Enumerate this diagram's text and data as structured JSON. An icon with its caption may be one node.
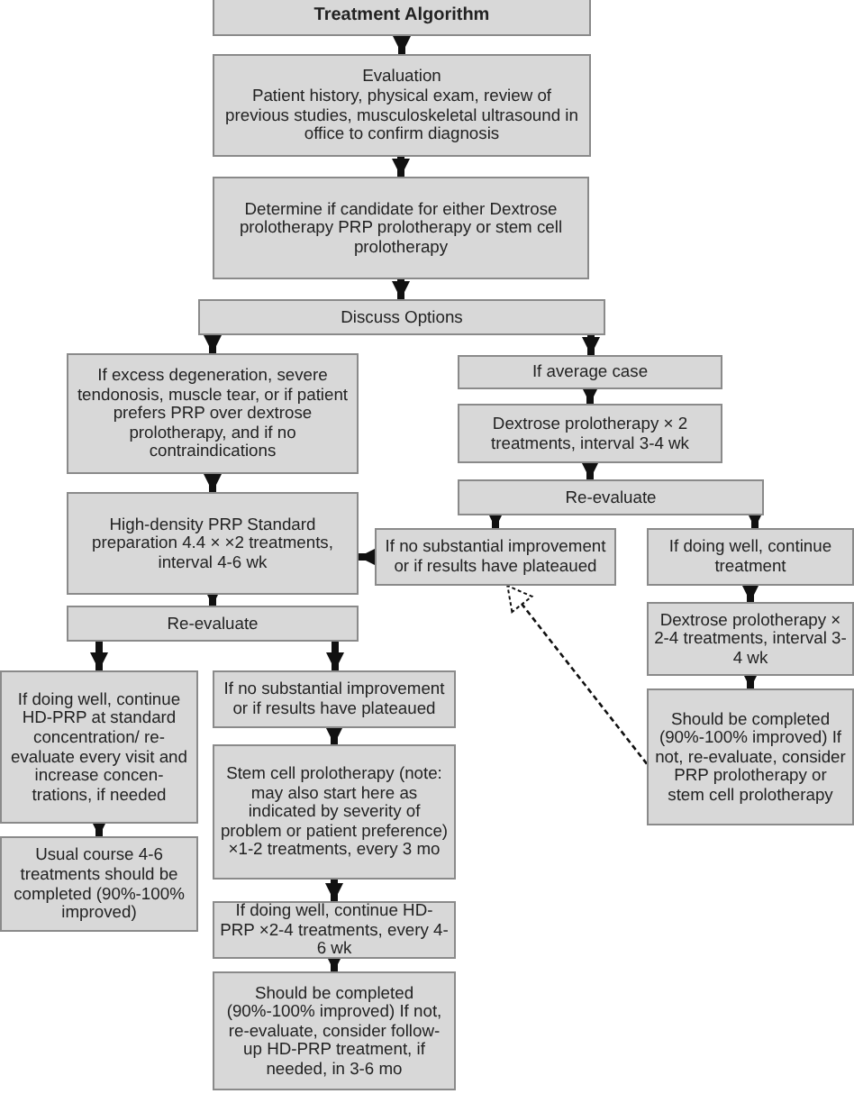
{
  "diagram": {
    "nodes": [
      {
        "text": [
          "Treatment Algorithm"
        ]
      },
      {
        "text": [
          "Evaluation",
          "Patient history, physical exam, review of previous studies, musculoskeletal ultrasound in office to confirm diagnosis"
        ]
      },
      {
        "text": [
          "Determine if candidate for either Dextrose prolotherapy PRP prolotherapy or stem cell prolotherapy"
        ]
      },
      {
        "text": [
          "Discuss Options"
        ]
      },
      {
        "text": [
          "If excess degeneration, severe tendonosis, muscle tear, or if patient prefers PRP over dextrose prolotherapy, and if no contraindications"
        ]
      },
      {
        "text": [
          "If average case"
        ]
      },
      {
        "text": [
          "Dextrose prolotherapy × 2 treatments, interval 3-4 wk"
        ]
      },
      {
        "text": [
          "Re-evaluate"
        ]
      },
      {
        "text": [
          "High-density PRP Standard preparation 4.4 × ×2 treatments, interval 4-6 wk"
        ]
      },
      {
        "text": [
          "If no substantial improvement or if results have plateaued"
        ]
      },
      {
        "text": [
          "If doing well, continue treatment"
        ]
      },
      {
        "text": [
          "Dextrose prolotherapy × 2-4 treatments, interval 3-4 wk"
        ]
      },
      {
        "text": [
          "Re-evaluate"
        ]
      },
      {
        "text": [
          "Should be completed (90%-100% improved) If not, re-evaluate, consider PRP prolotherapy or stem cell prolotherapy"
        ]
      },
      {
        "text": [
          "If doing well, continue HD-PRP at standard concentration/ re-evaluate every visit and increase concen- trations, if needed"
        ]
      },
      {
        "text": [
          "If no substantial improvement or if results have plateaued"
        ]
      },
      {
        "text": [
          "Stem cell prolotherapy (note: may also start here as indicated by severity of problem or patient preference) ×1-2 treatments, every 3 mo"
        ]
      },
      {
        "text": [
          "Usual course 4-6 treatments should be completed (90%-100% improved)"
        ]
      },
      {
        "text": [
          "If doing well, continue HD-PRP ×2-4 treatments, every 4-6 wk"
        ]
      },
      {
        "text": [
          "Should be completed (90%-100% improved) If not, re-evaluate, consider follow-up HD-PRP treatment, if needed, in 3-6 mo"
        ]
      }
    ],
    "edges": [
      {
        "from": 0,
        "to": 1,
        "arrow": "to"
      },
      {
        "from": 1,
        "to": 2,
        "arrow": "to"
      },
      {
        "from": 2,
        "to": 3,
        "arrow": "to"
      },
      {
        "from": 3,
        "to": 4,
        "arrow": "to"
      },
      {
        "from": 3,
        "to": 5,
        "arrow": "to"
      },
      {
        "from": 5,
        "to": 6,
        "arrow": "to"
      },
      {
        "from": 6,
        "to": 7,
        "arrow": "to"
      },
      {
        "from": 4,
        "to": 8,
        "arrow": "to"
      },
      {
        "from": 7,
        "to": 9,
        "arrow": "to"
      },
      {
        "from": 7,
        "to": 10,
        "arrow": "to"
      },
      {
        "from": 9,
        "to": 8,
        "arrow": "to"
      },
      {
        "from": 10,
        "to": 11,
        "arrow": "to"
      },
      {
        "from": 11,
        "to": 13,
        "arrow": "to"
      },
      {
        "from": 13,
        "to": 9,
        "arrow": "to",
        "style": "dashed"
      },
      {
        "from": 8,
        "to": 12,
        "arrow": "to"
      },
      {
        "from": 12,
        "to": 14,
        "arrow": "to"
      },
      {
        "from": 12,
        "to": 15,
        "arrow": "to"
      },
      {
        "from": 14,
        "to": 17,
        "arrow": "to"
      },
      {
        "from": 15,
        "to": 16,
        "arrow": "to"
      },
      {
        "from": 16,
        "to": 18,
        "arrow": "to"
      },
      {
        "from": 18,
        "to": 19,
        "arrow": "to"
      }
    ]
  }
}
